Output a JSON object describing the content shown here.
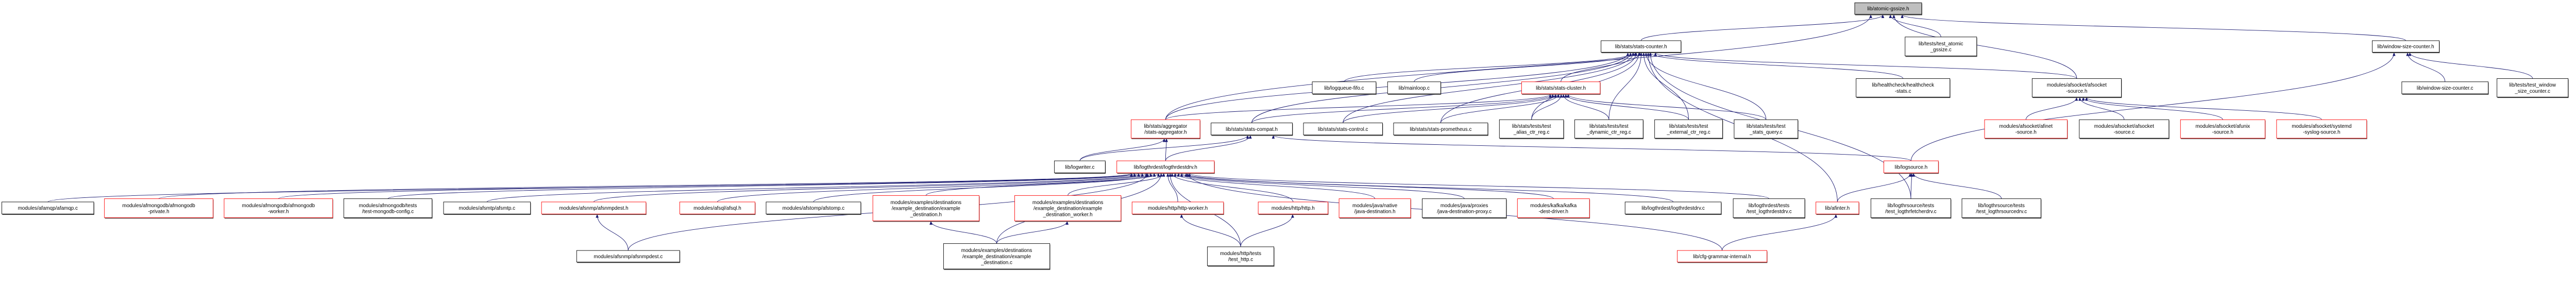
{
  "colors": {
    "edge": "#191970",
    "focus_fill": "#bfbfbf",
    "truncated_border": "#ff0000",
    "normal_border": "#000000"
  },
  "nodes": [
    {
      "id": "atomic",
      "lines": [
        "lib/atomic-gssize.h"
      ],
      "focus": true
    },
    {
      "id": "test_atomic",
      "lines": [
        "lib/tests/test_atomic",
        "_gssize.c"
      ]
    },
    {
      "id": "wsc_h",
      "lines": [
        "lib/window-size-counter.h"
      ]
    },
    {
      "id": "stats_counter",
      "lines": [
        "lib/stats/stats-counter.h"
      ]
    },
    {
      "id": "logqueue",
      "lines": [
        "lib/logqueue-fifo.c"
      ]
    },
    {
      "id": "mainloop",
      "lines": [
        "lib/mainloop.c"
      ]
    },
    {
      "id": "stats_cluster",
      "lines": [
        "lib/stats/stats-cluster.h"
      ],
      "truncated": true
    },
    {
      "id": "healthcheck",
      "lines": [
        "lib/healthcheck/healthcheck",
        "-stats.c"
      ]
    },
    {
      "id": "afsocket_h",
      "lines": [
        "modules/afsocket/afsocket",
        "-source.h"
      ]
    },
    {
      "id": "wsc_c",
      "lines": [
        "lib/window-size-counter.c"
      ]
    },
    {
      "id": "test_wsc",
      "lines": [
        "lib/tests/test_window",
        "_size_counter.c"
      ]
    },
    {
      "id": "aggregator",
      "lines": [
        "lib/stats/aggregator",
        "/stats-aggregator.h"
      ],
      "truncated": true
    },
    {
      "id": "compat",
      "lines": [
        "lib/stats/stats-compat.h"
      ]
    },
    {
      "id": "control",
      "lines": [
        "lib/stats/stats-control.c"
      ]
    },
    {
      "id": "prometheus",
      "lines": [
        "lib/stats/stats-prometheus.c"
      ]
    },
    {
      "id": "t_alias",
      "lines": [
        "lib/stats/tests/test",
        "_alias_ctr_reg.c"
      ]
    },
    {
      "id": "t_dynamic",
      "lines": [
        "lib/stats/tests/test",
        "_dynamic_ctr_reg.c"
      ]
    },
    {
      "id": "t_external",
      "lines": [
        "lib/stats/tests/test",
        "_external_ctr_reg.c"
      ]
    },
    {
      "id": "t_query",
      "lines": [
        "lib/stats/tests/test",
        "_stats_query.c"
      ]
    },
    {
      "id": "afinet",
      "lines": [
        "modules/afsocket/afinet",
        "-source.h"
      ],
      "truncated": true
    },
    {
      "id": "afsocket_c",
      "lines": [
        "modules/afsocket/afsocket",
        "-source.c"
      ]
    },
    {
      "id": "afunix",
      "lines": [
        "modules/afsocket/afunix",
        "-source.h"
      ],
      "truncated": true
    },
    {
      "id": "systemd",
      "lines": [
        "modules/afsocket/systemd",
        "-syslog-source.h"
      ],
      "truncated": true
    },
    {
      "id": "logwriter",
      "lines": [
        "lib/logwriter.c"
      ]
    },
    {
      "id": "logthrdestdrv_h",
      "lines": [
        "lib/logthrdest/logthrdestdrv.h"
      ],
      "truncated": true
    },
    {
      "id": "logsource",
      "lines": [
        "lib/logsource.h"
      ],
      "truncated": true
    },
    {
      "id": "afamqp",
      "lines": [
        "modules/afamqp/afamqp.c"
      ]
    },
    {
      "id": "mongo_priv",
      "lines": [
        "modules/afmongodb/afmongodb",
        "-private.h"
      ],
      "truncated": true
    },
    {
      "id": "mongo_worker",
      "lines": [
        "modules/afmongodb/afmongodb",
        "-worker.h"
      ],
      "truncated": true
    },
    {
      "id": "mongo_test",
      "lines": [
        "modules/afmongodb/tests",
        "/test-mongodb-config.c"
      ]
    },
    {
      "id": "afsmtp",
      "lines": [
        "modules/afsmtp/afsmtp.c"
      ]
    },
    {
      "id": "afsnmpdest_h",
      "lines": [
        "modules/afsnmp/afsnmpdest.h"
      ],
      "truncated": true
    },
    {
      "id": "afsql",
      "lines": [
        "modules/afsql/afsql.h"
      ],
      "truncated": true
    },
    {
      "id": "afstomp",
      "lines": [
        "modules/afstomp/afstomp.c"
      ]
    },
    {
      "id": "ex_dest_h",
      "lines": [
        "modules/examples/destinations",
        "/example_destination/example",
        "_destination.h"
      ],
      "truncated": true
    },
    {
      "id": "ex_worker_h",
      "lines": [
        "modules/examples/destinations",
        "/example_destination/example",
        "_destination_worker.h"
      ],
      "truncated": true
    },
    {
      "id": "http_worker",
      "lines": [
        "modules/http/http-worker.h"
      ],
      "truncated": true
    },
    {
      "id": "http_h",
      "lines": [
        "modules/http/http.h"
      ],
      "truncated": true
    },
    {
      "id": "java_native",
      "lines": [
        "modules/java/native",
        "/java-destination.h"
      ],
      "truncated": true
    },
    {
      "id": "java_proxy",
      "lines": [
        "modules/java/proxies",
        "/java-destination-proxy.c"
      ]
    },
    {
      "id": "kafka",
      "lines": [
        "modules/kafka/kafka",
        "-dest-driver.h"
      ],
      "truncated": true
    },
    {
      "id": "logthrdestdrv_c",
      "lines": [
        "lib/logthrdest/logthrdestdrv.c"
      ]
    },
    {
      "id": "test_logthrdest",
      "lines": [
        "lib/logthrdest/tests",
        "/test_logthrdestdrv.c"
      ]
    },
    {
      "id": "afinter",
      "lines": [
        "lib/afinter.h"
      ],
      "truncated": true
    },
    {
      "id": "test_fetcher",
      "lines": [
        "lib/logthrsource/tests",
        "/test_logthrfetcherdrv.c"
      ]
    },
    {
      "id": "test_source",
      "lines": [
        "lib/logthrsource/tests",
        "/test_logthrsourcedrv.c"
      ]
    },
    {
      "id": "afsnmpdest_c",
      "lines": [
        "modules/afsnmp/afsnmpdest.c"
      ]
    },
    {
      "id": "ex_dest_c",
      "lines": [
        "modules/examples/destinations",
        "/example_destination/example",
        "_destination.c"
      ]
    },
    {
      "id": "test_http",
      "lines": [
        "modules/http/tests",
        "/test_http.c"
      ]
    },
    {
      "id": "cfg_grammar",
      "lines": [
        "lib/cfg-grammar-internal.h"
      ],
      "truncated": true
    }
  ],
  "edges": [
    [
      "stats_counter",
      "atomic"
    ],
    [
      "test_atomic",
      "atomic"
    ],
    [
      "wsc_h",
      "atomic"
    ],
    [
      "afsocket_h",
      "atomic"
    ],
    [
      "aggregator",
      "atomic"
    ],
    [
      "logqueue",
      "stats_counter"
    ],
    [
      "mainloop",
      "stats_counter"
    ],
    [
      "stats_cluster",
      "stats_counter"
    ],
    [
      "healthcheck",
      "stats_counter"
    ],
    [
      "afsocket_h",
      "stats_counter"
    ],
    [
      "aggregator",
      "stats_counter"
    ],
    [
      "compat",
      "stats_counter"
    ],
    [
      "control",
      "stats_counter"
    ],
    [
      "prometheus",
      "stats_counter"
    ],
    [
      "t_alias",
      "stats_counter"
    ],
    [
      "t_dynamic",
      "stats_counter"
    ],
    [
      "t_external",
      "stats_counter"
    ],
    [
      "t_query",
      "stats_counter"
    ],
    [
      "afinter",
      "stats_counter"
    ],
    [
      "test_fetcher",
      "stats_counter"
    ],
    [
      "aggregator",
      "stats_cluster"
    ],
    [
      "compat",
      "stats_cluster"
    ],
    [
      "control",
      "stats_cluster"
    ],
    [
      "prometheus",
      "stats_cluster"
    ],
    [
      "t_alias",
      "stats_cluster"
    ],
    [
      "t_dynamic",
      "stats_cluster"
    ],
    [
      "t_external",
      "stats_cluster"
    ],
    [
      "t_query",
      "stats_cluster"
    ],
    [
      "wsc_c",
      "wsc_h"
    ],
    [
      "test_wsc",
      "wsc_h"
    ],
    [
      "logsource",
      "wsc_h"
    ],
    [
      "afinet",
      "afsocket_h"
    ],
    [
      "afsocket_c",
      "afsocket_h"
    ],
    [
      "afunix",
      "afsocket_h"
    ],
    [
      "systemd",
      "afsocket_h"
    ],
    [
      "logwriter",
      "aggregator"
    ],
    [
      "logthrdestdrv_h",
      "aggregator"
    ],
    [
      "logwriter",
      "compat"
    ],
    [
      "logthrdestdrv_h",
      "compat"
    ],
    [
      "logsource",
      "compat"
    ],
    [
      "afamqp",
      "logthrdestdrv_h"
    ],
    [
      "mongo_priv",
      "logthrdestdrv_h"
    ],
    [
      "mongo_worker",
      "logthrdestdrv_h"
    ],
    [
      "mongo_test",
      "logthrdestdrv_h"
    ],
    [
      "afsmtp",
      "logthrdestdrv_h"
    ],
    [
      "afsnmpdest_h",
      "logthrdestdrv_h"
    ],
    [
      "afsnmpdest_c",
      "logthrdestdrv_h"
    ],
    [
      "afsql",
      "logthrdestdrv_h"
    ],
    [
      "afstomp",
      "logthrdestdrv_h"
    ],
    [
      "ex_dest_h",
      "logthrdestdrv_h"
    ],
    [
      "ex_worker_h",
      "logthrdestdrv_h"
    ],
    [
      "ex_dest_c",
      "logthrdestdrv_h"
    ],
    [
      "http_worker",
      "logthrdestdrv_h"
    ],
    [
      "http_h",
      "logthrdestdrv_h"
    ],
    [
      "test_http",
      "logthrdestdrv_h"
    ],
    [
      "java_native",
      "logthrdestdrv_h"
    ],
    [
      "java_proxy",
      "logthrdestdrv_h"
    ],
    [
      "kafka",
      "logthrdestdrv_h"
    ],
    [
      "logthrdestdrv_c",
      "logthrdestdrv_h"
    ],
    [
      "test_logthrdest",
      "logthrdestdrv_h"
    ],
    [
      "cfg_grammar",
      "logthrdestdrv_h"
    ],
    [
      "afsnmpdest_c",
      "afsnmpdest_h"
    ],
    [
      "ex_dest_c",
      "ex_dest_h"
    ],
    [
      "ex_dest_c",
      "ex_worker_h"
    ],
    [
      "test_http",
      "http_worker"
    ],
    [
      "test_http",
      "http_h"
    ],
    [
      "afinter",
      "logsource"
    ],
    [
      "test_fetcher",
      "logsource"
    ],
    [
      "test_source",
      "logsource"
    ],
    [
      "cfg_grammar",
      "afinter"
    ]
  ]
}
